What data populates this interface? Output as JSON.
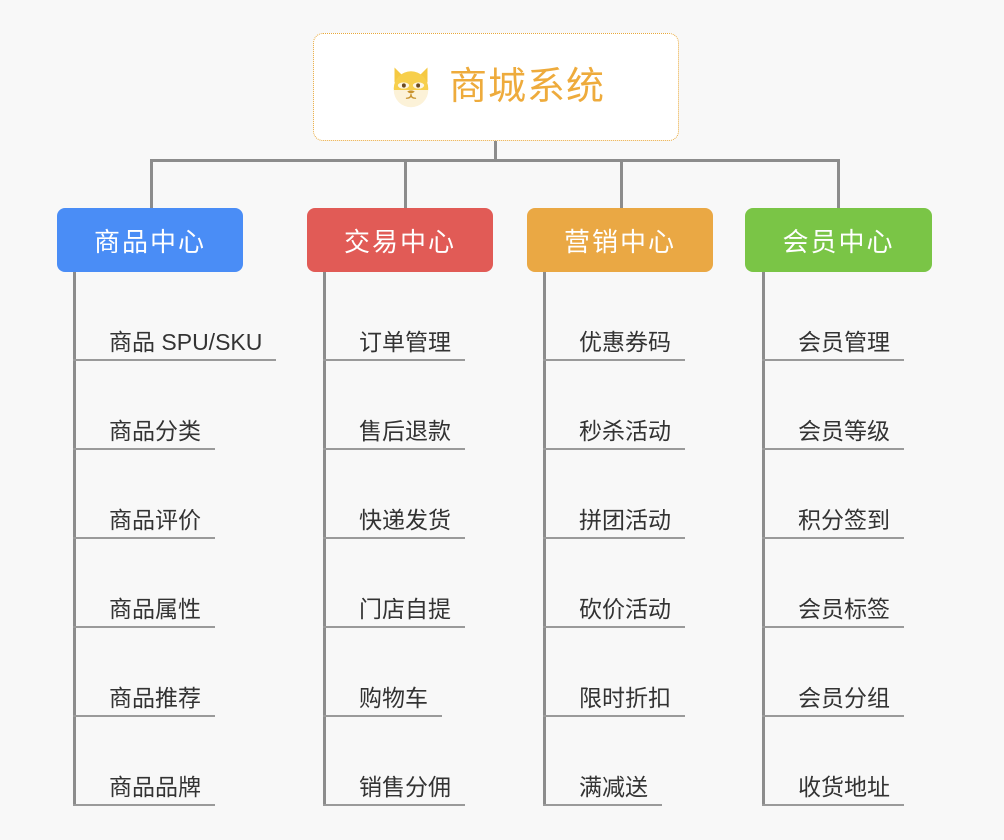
{
  "background_color": "#f8f8f8",
  "root": {
    "title": "商城系统",
    "icon": "shiba-dog-icon",
    "text_color": "#eeab3c",
    "border_color": "#e8a83a",
    "background_color": "#ffffff"
  },
  "connector_color": "#8c8c8c",
  "leaf_text_color": "#333333",
  "leaf_underline_color": "#9a9a9a",
  "categories": [
    {
      "label": "商品中心",
      "color": "#4a8df6",
      "items": [
        "商品 SPU/SKU",
        "商品分类",
        "商品评价",
        "商品属性",
        "商品推荐",
        "商品品牌"
      ]
    },
    {
      "label": "交易中心",
      "color": "#e15b56",
      "items": [
        "订单管理",
        "售后退款",
        "快递发货",
        "门店自提",
        "购物车",
        "销售分佣"
      ]
    },
    {
      "label": "营销中心",
      "color": "#eaa844",
      "items": [
        "优惠券码",
        "秒杀活动",
        "拼团活动",
        "砍价活动",
        "限时折扣",
        "满减送"
      ]
    },
    {
      "label": "会员中心",
      "color": "#7ac546",
      "items": [
        "会员管理",
        "会员等级",
        "积分签到",
        "会员标签",
        "会员分组",
        "收货地址"
      ]
    }
  ]
}
